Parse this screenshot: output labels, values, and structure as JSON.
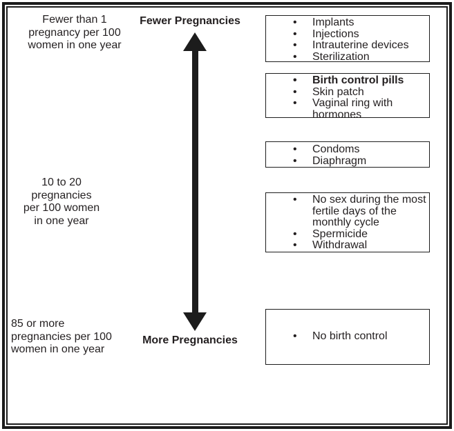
{
  "colors": {
    "background": "#ffffff",
    "text": "#231f20",
    "border": "#1c1c1c",
    "arrow": "#1c1c1c"
  },
  "icons": {
    "bullet": "•",
    "arrow": "double-headed-vertical-arrow"
  },
  "scale": {
    "top_heading": "Fewer Pregnancies",
    "bottom_heading": "More Pregnancies"
  },
  "rate_labels": {
    "top": "Fewer than 1\npregnancy per 100\nwomen in one year",
    "middle": "10 to 20\npregnancies\nper 100 women\nin one year",
    "bottom": "85 or more\npregnancies per 100\nwomen in one year"
  },
  "method_boxes": [
    {
      "items": [
        {
          "text": "Implants",
          "bold": false
        },
        {
          "text": "Injections",
          "bold": false
        },
        {
          "text": "Intrauterine devices",
          "bold": false
        },
        {
          "text": "Sterilization",
          "bold": false
        }
      ]
    },
    {
      "items": [
        {
          "text": "Birth control pills",
          "bold": true
        },
        {
          "text": "Skin patch",
          "bold": false
        },
        {
          "text": "Vaginal ring with hormones",
          "bold": false
        }
      ]
    },
    {
      "items": [
        {
          "text": "Condoms",
          "bold": false
        },
        {
          "text": "Diaphragm",
          "bold": false
        }
      ]
    },
    {
      "items": [
        {
          "text": "No sex during the most fertile days of the monthly cycle",
          "bold": false
        },
        {
          "text": "Spermicide",
          "bold": false
        },
        {
          "text": "Withdrawal",
          "bold": false
        }
      ]
    },
    {
      "items": [
        {
          "text": "No birth control",
          "bold": false
        }
      ]
    }
  ]
}
